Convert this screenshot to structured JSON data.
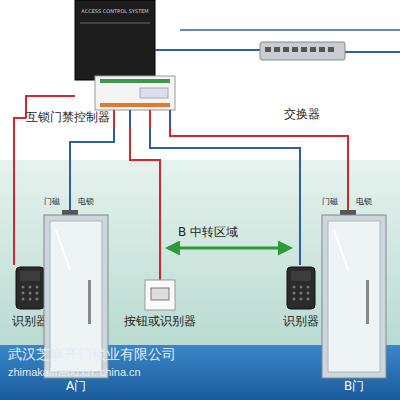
{
  "diagram": {
    "nodes": [
      {
        "text": [
          "ACCESS CONTROL SYSTEM",
          "互锁门禁控制器"
        ]
      },
      {
        "text": [
          "交换器"
        ]
      },
      {
        "text": [
          "识别器"
        ]
      },
      {
        "text": [
          "A门"
        ]
      },
      {
        "text": [
          "按钮或识别器"
        ]
      },
      {
        "text": [
          "识别器"
        ]
      },
      {
        "text": [
          "B门"
        ]
      }
    ],
    "edges": [
      {
        "from": 0,
        "to": 1,
        "arrow": "none"
      },
      {
        "from": 0,
        "to": 2,
        "arrow": "none"
      },
      {
        "from": 0,
        "to": 3,
        "arrow": "none"
      },
      {
        "from": 0,
        "to": 4,
        "arrow": "none"
      },
      {
        "from": 0,
        "to": 5,
        "arrow": "none"
      },
      {
        "from": 0,
        "to": 6,
        "arrow": "none"
      }
    ],
    "labels": [
      "门磁",
      "电锁",
      "B 中转区域",
      "门磁",
      "电锁",
      "武汉芝麻开门锁业有限公司",
      "zhimakaimend.cn. china.cn"
    ]
  }
}
